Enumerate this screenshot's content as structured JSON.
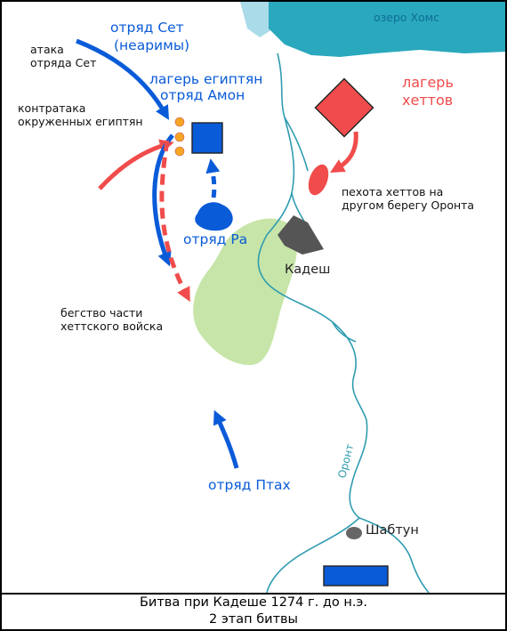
{
  "lake": {
    "label": "озеро Хомс",
    "color": "#2aa8bd",
    "shallow_color": "#a9dbe8"
  },
  "river": {
    "label": "Оронт",
    "color": "#2f9cb0"
  },
  "forest": {
    "color": "#c7e5a8"
  },
  "egyptian_color": "#0a5bd8",
  "hittite_color": "#f04c4c",
  "labels": {
    "set_detachment": [
      "отряд Сет",
      "(неаримы)"
    ],
    "set_attack": [
      "атака",
      "отряда Сет"
    ],
    "counterattack": [
      "контратака",
      "окруженных египтян"
    ],
    "amun_camp": [
      "лагерь египтян",
      "отряд Амон"
    ],
    "hittite_camp": [
      "лагерь",
      "хеттов"
    ],
    "hittite_infantry": [
      "пехота хеттов на",
      "другом берегу Оронта"
    ],
    "ra_detachment": "отряд Ра",
    "kadesh": "Кадеш",
    "hittite_flight": [
      "бегство части",
      "хеттского войска"
    ],
    "ptah_detachment": "отряд Птах",
    "shabtun": "Шабтун"
  },
  "caption": {
    "line1": "Битва при Кадеше 1274 г. до н.э.",
    "line2": "2 этап битвы"
  }
}
